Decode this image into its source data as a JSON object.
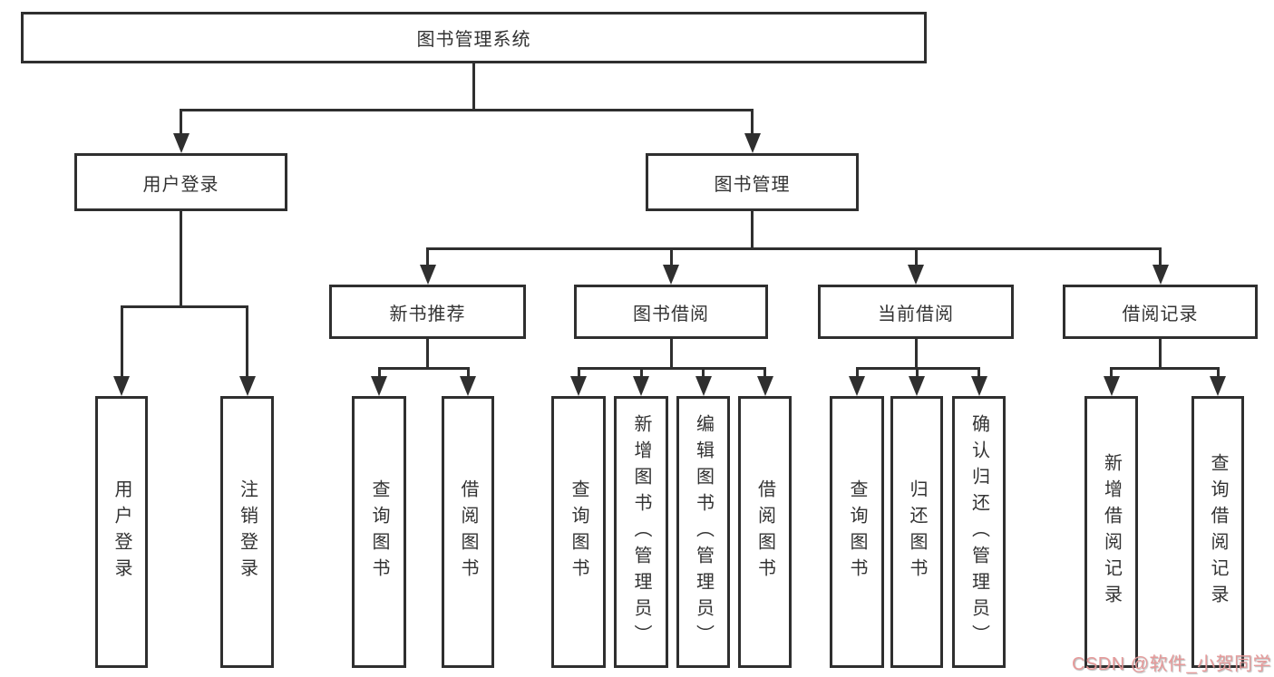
{
  "tree": {
    "root": "图书管理系统",
    "branches": [
      {
        "label": "用户登录",
        "children": [
          "用户登录",
          "注销登录"
        ]
      },
      {
        "label": "图书管理",
        "groups": [
          {
            "label": "新书推荐",
            "children": [
              "查询图书",
              "借阅图书"
            ]
          },
          {
            "label": "图书借阅",
            "children": [
              "查询图书",
              "新增图书（管理员）",
              "编辑图书（管理员）",
              "借阅图书"
            ]
          },
          {
            "label": "当前借阅",
            "children": [
              "查询图书",
              "归还图书",
              "确认归还（管理员）"
            ]
          },
          {
            "label": "借阅记录",
            "children": [
              "新增借阅记录",
              "查询借阅记录"
            ]
          }
        ]
      }
    ]
  },
  "watermark": {
    "text": "CSDN @软件_小贺同学",
    "color": "#e59595"
  },
  "colors": {
    "line": "#2f2f2f",
    "text": "#333333",
    "background": "#ffffff"
  }
}
